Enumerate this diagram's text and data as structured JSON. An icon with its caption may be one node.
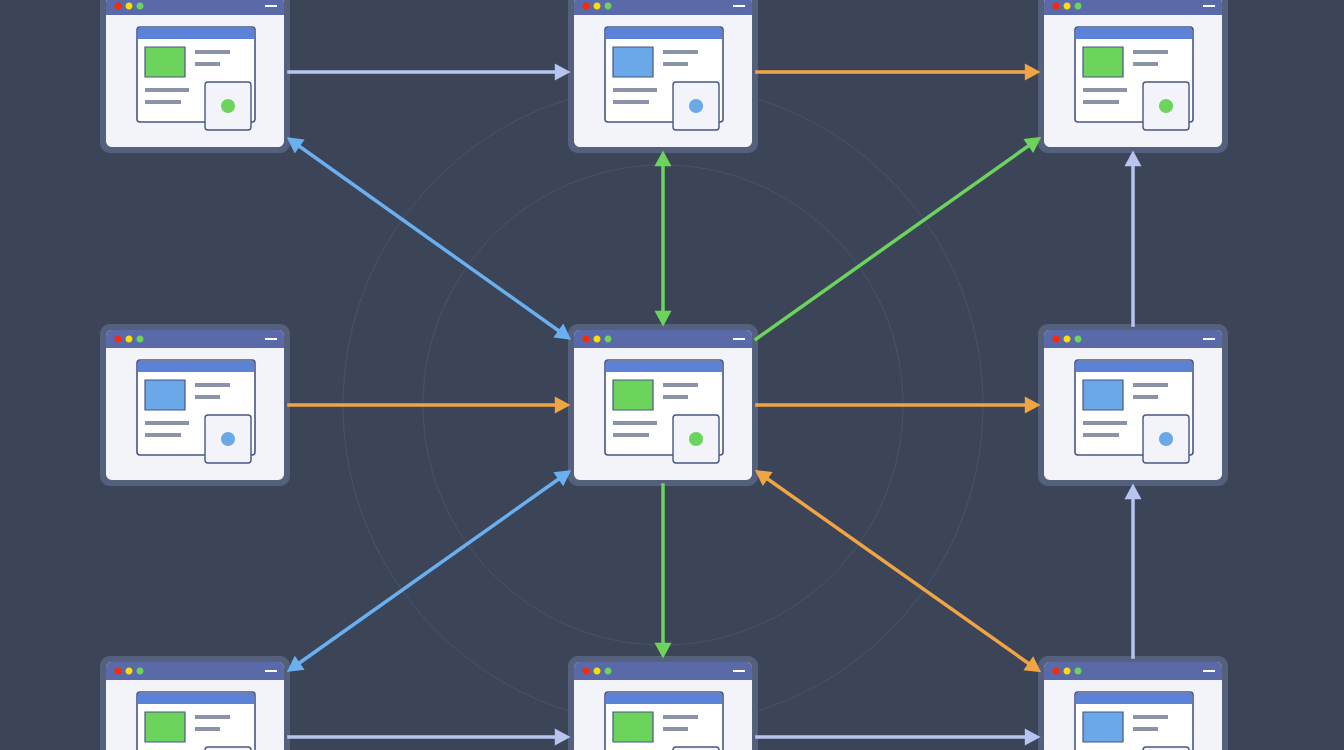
{
  "diagram": {
    "nodes": [
      {
        "text": [],
        "shape": "picture"
      },
      {
        "text": [],
        "shape": "picture"
      },
      {
        "text": [],
        "shape": "picture"
      },
      {
        "text": [],
        "shape": "picture"
      },
      {
        "text": [],
        "shape": "picture"
      },
      {
        "text": [],
        "shape": "picture"
      },
      {
        "text": [],
        "shape": "picture"
      },
      {
        "text": [],
        "shape": "picture"
      },
      {
        "text": [],
        "shape": "picture"
      }
    ],
    "edges": [
      {
        "from": 0,
        "to": 1,
        "arrow": "to",
        "color": "#b8c4f0"
      },
      {
        "from": 1,
        "to": 2,
        "arrow": "to",
        "color": "#f0a444"
      },
      {
        "from": 0,
        "to": 4,
        "arrow": "both",
        "color": "#6ab0f0"
      },
      {
        "from": 1,
        "to": 4,
        "arrow": "both",
        "color": "#6cd45c"
      },
      {
        "from": 4,
        "to": 2,
        "arrow": "to",
        "color": "#6cd45c"
      },
      {
        "from": 5,
        "to": 2,
        "arrow": "to",
        "color": "#b8c4f0"
      },
      {
        "from": 3,
        "to": 4,
        "arrow": "to",
        "color": "#f0a444"
      },
      {
        "from": 4,
        "to": 5,
        "arrow": "to",
        "color": "#f0a444"
      },
      {
        "from": 4,
        "to": 6,
        "arrow": "both",
        "color": "#6ab0f0"
      },
      {
        "from": 4,
        "to": 7,
        "arrow": "to",
        "color": "#6cd45c"
      },
      {
        "from": 4,
        "to": 8,
        "arrow": "both",
        "color": "#f0a444"
      },
      {
        "from": 8,
        "to": 5,
        "arrow": "to",
        "color": "#b8c4f0"
      },
      {
        "from": 6,
        "to": 7,
        "arrow": "to",
        "color": "#b8c4f0"
      },
      {
        "from": 7,
        "to": 8,
        "arrow": "to",
        "color": "#b8c4f0"
      }
    ]
  }
}
